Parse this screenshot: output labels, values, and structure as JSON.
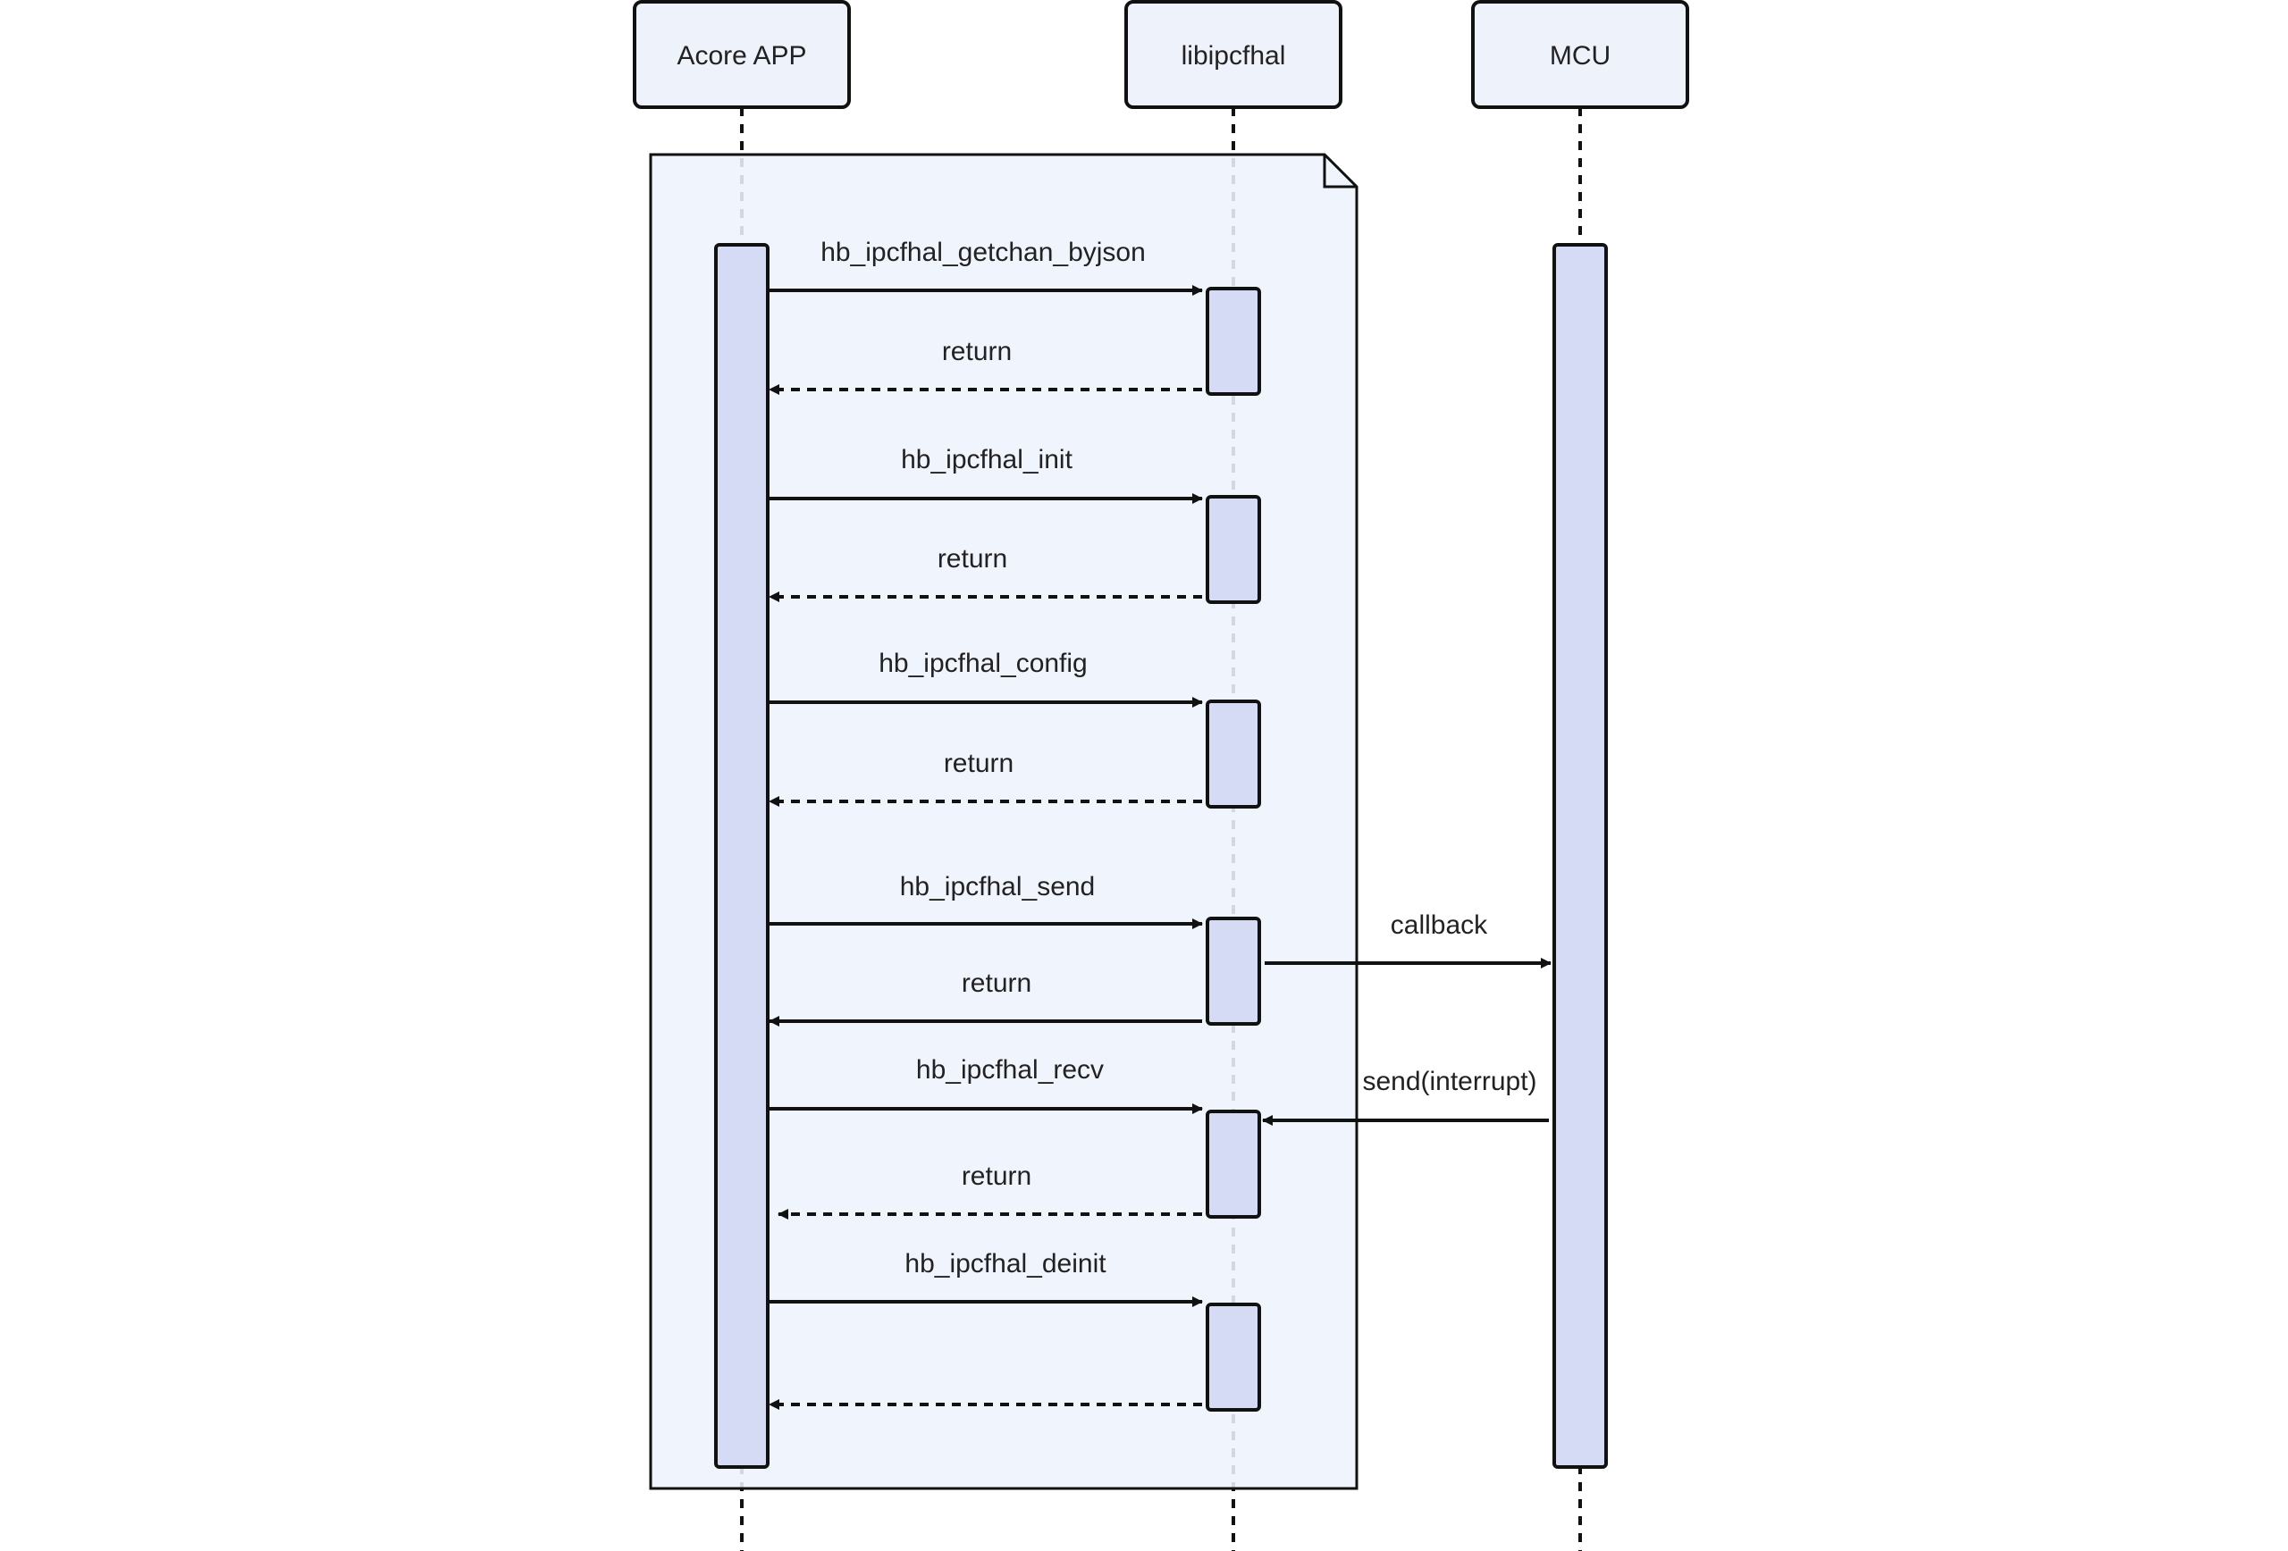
{
  "participants": [
    {
      "id": "acore",
      "label": "Acore APP"
    },
    {
      "id": "lib",
      "label": "libipcfhal"
    },
    {
      "id": "mcu",
      "label": "MCU"
    }
  ],
  "messages": [
    {
      "label": "hb_ipcfhal_getchan_byjson",
      "from": "acore",
      "to": "lib",
      "style": "solid"
    },
    {
      "label": "return",
      "from": "lib",
      "to": "acore",
      "style": "dashed"
    },
    {
      "label": "hb_ipcfhal_init",
      "from": "acore",
      "to": "lib",
      "style": "solid"
    },
    {
      "label": "return",
      "from": "lib",
      "to": "acore",
      "style": "dashed"
    },
    {
      "label": "hb_ipcfhal_config",
      "from": "acore",
      "to": "lib",
      "style": "solid"
    },
    {
      "label": "return",
      "from": "lib",
      "to": "acore",
      "style": "dashed"
    },
    {
      "label": "hb_ipcfhal_send",
      "from": "acore",
      "to": "lib",
      "style": "solid"
    },
    {
      "label": "callback",
      "from": "lib",
      "to": "mcu",
      "style": "solid"
    },
    {
      "label": "return",
      "from": "lib",
      "to": "acore",
      "style": "solid"
    },
    {
      "label": "send(interrupt)",
      "from": "mcu",
      "to": "lib",
      "style": "solid"
    },
    {
      "label": "hb_ipcfhal_recv",
      "from": "acore",
      "to": "lib",
      "style": "solid"
    },
    {
      "label": "return",
      "from": "lib",
      "to": "acore",
      "style": "dashed"
    },
    {
      "label": "hb_ipcfhal_deinit",
      "from": "acore",
      "to": "lib",
      "style": "solid"
    },
    {
      "label": "",
      "from": "lib",
      "to": "acore",
      "style": "dashed"
    }
  ],
  "colors": {
    "participant_fill": "#eef2fb",
    "frame_fill": "#eef3fc",
    "activation_fill": "#d6dbf5",
    "line": "#111111",
    "text": "#222222"
  }
}
